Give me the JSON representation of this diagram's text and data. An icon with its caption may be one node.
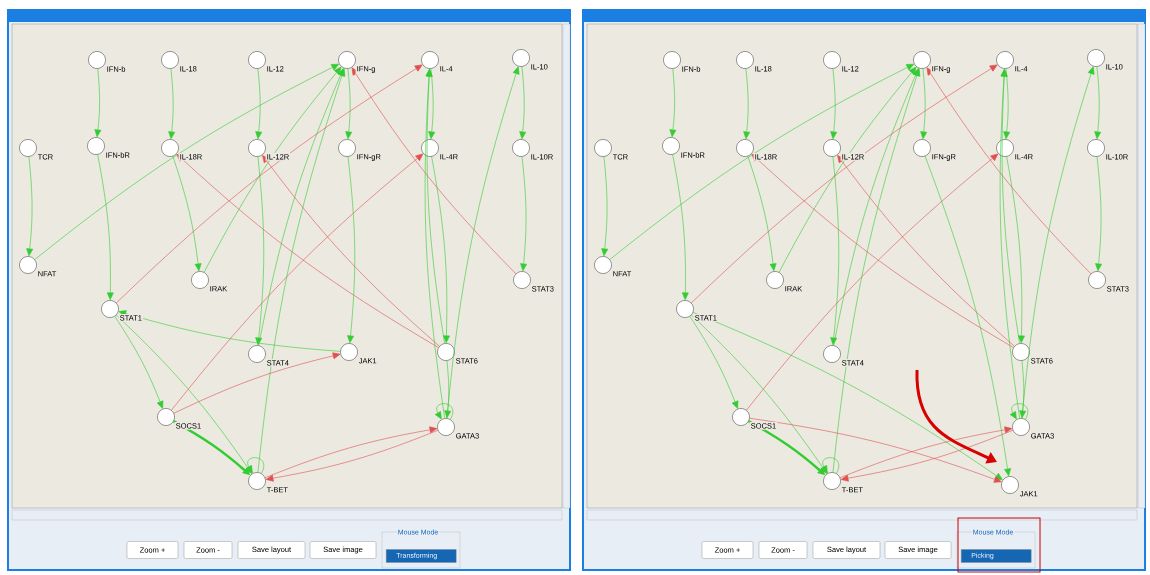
{
  "diagram": {
    "nodes": [
      {
        "text": [
          "IFN-b"
        ]
      },
      {
        "text": [
          "IL-18"
        ]
      },
      {
        "text": [
          "IL-12"
        ]
      },
      {
        "text": [
          "IFN-g"
        ]
      },
      {
        "text": [
          "IL-4"
        ]
      },
      {
        "text": [
          "IL-10"
        ]
      },
      {
        "text": [
          "TCR"
        ]
      },
      {
        "text": [
          "IFN-bR"
        ]
      },
      {
        "text": [
          "IL-18R"
        ]
      },
      {
        "text": [
          "IL-12R"
        ]
      },
      {
        "text": [
          "IFN-gR"
        ]
      },
      {
        "text": [
          "IL-4R"
        ]
      },
      {
        "text": [
          "IL-10R"
        ]
      },
      {
        "text": [
          "NFAT"
        ]
      },
      {
        "text": [
          "IRAK"
        ]
      },
      {
        "text": [
          "STAT3"
        ]
      },
      {
        "text": [
          "STAT1"
        ]
      },
      {
        "text": [
          "STAT4"
        ]
      },
      {
        "text": [
          "JAK1"
        ]
      },
      {
        "text": [
          "STAT6"
        ]
      },
      {
        "text": [
          "SOCS1"
        ]
      },
      {
        "text": [
          "GATA3"
        ]
      },
      {
        "text": [
          "T-BET"
        ]
      },
      {
        "text": [
          "IFN-b"
        ]
      },
      {
        "text": [
          "IL-18"
        ]
      },
      {
        "text": [
          "IL-12"
        ]
      },
      {
        "text": [
          "IFN-g"
        ]
      },
      {
        "text": [
          "IL-4"
        ]
      },
      {
        "text": [
          "IL-10"
        ]
      },
      {
        "text": [
          "TCR"
        ]
      },
      {
        "text": [
          "IFN-bR"
        ]
      },
      {
        "text": [
          "IL-18R"
        ]
      },
      {
        "text": [
          "IL-12R"
        ]
      },
      {
        "text": [
          "IFN-gR"
        ]
      },
      {
        "text": [
          "IL-4R"
        ]
      },
      {
        "text": [
          "IL-10R"
        ]
      },
      {
        "text": [
          "NFAT"
        ]
      },
      {
        "text": [
          "IRAK"
        ]
      },
      {
        "text": [
          "STAT3"
        ]
      },
      {
        "text": [
          "STAT1"
        ]
      },
      {
        "text": [
          "STAT4"
        ]
      },
      {
        "text": [
          "STAT6"
        ]
      },
      {
        "text": [
          "SOCS1"
        ]
      },
      {
        "text": [
          "GATA3"
        ]
      },
      {
        "text": [
          "T-BET"
        ]
      },
      {
        "text": [
          "JAK1"
        ]
      }
    ],
    "edges": [
      {
        "from": 0,
        "to": 7,
        "arrow": "to"
      },
      {
        "from": 1,
        "to": 8,
        "arrow": "to"
      },
      {
        "from": 2,
        "to": 9,
        "arrow": "to"
      },
      {
        "from": 3,
        "to": 10,
        "arrow": "to"
      },
      {
        "from": 4,
        "to": 11,
        "arrow": "to"
      },
      {
        "from": 5,
        "to": 12,
        "arrow": "to"
      },
      {
        "from": 6,
        "to": 13,
        "arrow": "to"
      },
      {
        "from": 7,
        "to": 16,
        "arrow": "to"
      },
      {
        "from": 8,
        "to": 14,
        "arrow": "to"
      },
      {
        "from": 9,
        "to": 17,
        "arrow": "to"
      },
      {
        "from": 10,
        "to": 18,
        "arrow": "to"
      },
      {
        "from": 11,
        "to": 19,
        "arrow": "to"
      },
      {
        "from": 12,
        "to": 15,
        "arrow": "to"
      },
      {
        "from": 13,
        "to": 3,
        "arrow": "to"
      },
      {
        "from": 14,
        "to": 3,
        "arrow": "to"
      },
      {
        "from": 17,
        "to": 3,
        "arrow": "to"
      },
      {
        "from": 22,
        "to": 3,
        "arrow": "to"
      },
      {
        "from": 19,
        "to": 4,
        "arrow": "to"
      },
      {
        "from": 21,
        "to": 4,
        "arrow": "to"
      },
      {
        "from": 21,
        "to": 5,
        "arrow": "to"
      },
      {
        "from": 18,
        "to": 16,
        "arrow": "to"
      },
      {
        "from": 16,
        "to": 20,
        "arrow": "to"
      },
      {
        "from": 16,
        "to": 22,
        "arrow": "to"
      },
      {
        "from": 20,
        "to": 22,
        "arrow": "to",
        "style": "thick"
      },
      {
        "from": 19,
        "to": 21,
        "arrow": "to"
      },
      {
        "from": 22,
        "to": 22,
        "arrow": "to"
      },
      {
        "from": 21,
        "to": 21,
        "arrow": "to"
      },
      {
        "from": 16,
        "to": 4,
        "arrow": "to",
        "color": "#e05050"
      },
      {
        "from": 20,
        "to": 11,
        "arrow": "to",
        "color": "#e05050"
      },
      {
        "from": 20,
        "to": 18,
        "arrow": "to",
        "color": "#e05050"
      },
      {
        "from": 19,
        "to": 8,
        "arrow": "to",
        "color": "#e05050"
      },
      {
        "from": 19,
        "to": 9,
        "arrow": "to",
        "color": "#e05050"
      },
      {
        "from": 15,
        "to": 3,
        "arrow": "to",
        "color": "#e05050"
      },
      {
        "from": 22,
        "to": 21,
        "arrow": "to",
        "color": "#e05050"
      },
      {
        "from": 21,
        "to": 22,
        "arrow": "to",
        "color": "#e05050"
      },
      {
        "from": 23,
        "to": 30,
        "arrow": "to"
      },
      {
        "from": 24,
        "to": 31,
        "arrow": "to"
      },
      {
        "from": 25,
        "to": 32,
        "arrow": "to"
      },
      {
        "from": 26,
        "to": 33,
        "arrow": "to"
      },
      {
        "from": 27,
        "to": 34,
        "arrow": "to"
      },
      {
        "from": 28,
        "to": 35,
        "arrow": "to"
      },
      {
        "from": 29,
        "to": 36,
        "arrow": "to"
      },
      {
        "from": 30,
        "to": 39,
        "arrow": "to"
      },
      {
        "from": 31,
        "to": 37,
        "arrow": "to"
      },
      {
        "from": 32,
        "to": 40,
        "arrow": "to"
      },
      {
        "from": 33,
        "to": 45,
        "arrow": "to"
      },
      {
        "from": 34,
        "to": 41,
        "arrow": "to"
      },
      {
        "from": 35,
        "to": 38,
        "arrow": "to"
      },
      {
        "from": 36,
        "to": 26,
        "arrow": "to"
      },
      {
        "from": 37,
        "to": 26,
        "arrow": "to"
      },
      {
        "from": 40,
        "to": 26,
        "arrow": "to"
      },
      {
        "from": 44,
        "to": 26,
        "arrow": "to"
      },
      {
        "from": 41,
        "to": 27,
        "arrow": "to"
      },
      {
        "from": 43,
        "to": 27,
        "arrow": "to"
      },
      {
        "from": 43,
        "to": 28,
        "arrow": "to"
      },
      {
        "from": 39,
        "to": 45,
        "arrow": "to"
      },
      {
        "from": 39,
        "to": 42,
        "arrow": "to"
      },
      {
        "from": 39,
        "to": 44,
        "arrow": "to"
      },
      {
        "from": 42,
        "to": 44,
        "arrow": "to",
        "style": "thick"
      },
      {
        "from": 41,
        "to": 43,
        "arrow": "to"
      },
      {
        "from": 44,
        "to": 44,
        "arrow": "to"
      },
      {
        "from": 43,
        "to": 43,
        "arrow": "to"
      },
      {
        "from": 39,
        "to": 27,
        "arrow": "to",
        "color": "#e05050"
      },
      {
        "from": 42,
        "to": 34,
        "arrow": "to",
        "color": "#e05050"
      },
      {
        "from": 42,
        "to": 45,
        "arrow": "to",
        "color": "#e05050"
      },
      {
        "from": 41,
        "to": 31,
        "arrow": "to",
        "color": "#e05050"
      },
      {
        "from": 41,
        "to": 32,
        "arrow": "to",
        "color": "#e05050"
      },
      {
        "from": 38,
        "to": 26,
        "arrow": "to",
        "color": "#e05050"
      },
      {
        "from": 44,
        "to": 43,
        "arrow": "to",
        "color": "#e05050"
      },
      {
        "from": 43,
        "to": 44,
        "arrow": "to",
        "color": "#e05050"
      }
    ],
    "labels": [
      "Zoom +",
      "Zoom -",
      "Save layout",
      "Save image",
      "Mouse Mode",
      "Transforming",
      "Zoom +",
      "Zoom -",
      "Save layout",
      "Save image",
      "Mouse Mode",
      "Picking"
    ]
  }
}
